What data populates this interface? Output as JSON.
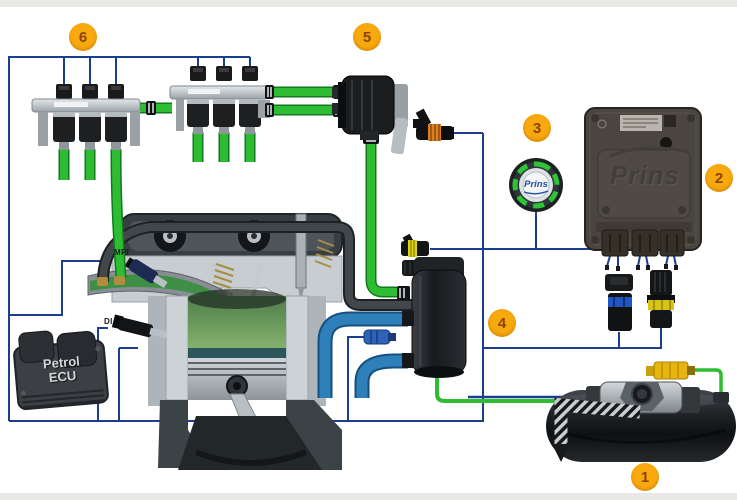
{
  "badges": {
    "tank": "1",
    "lpg_ecu": "2",
    "fuel_switch": "3",
    "reducer": "4",
    "filter_unit": "5",
    "injector_rails": "6"
  },
  "labels": {
    "mpi_injector": "MPI",
    "di_injector": "DI",
    "petrol_ecu_line1": "Petrol",
    "petrol_ecu_line2": "ECU",
    "switch_logo": "Prins",
    "ecu_logo": "Prins"
  },
  "colors": {
    "gas_hose_green": "#2ebd32",
    "coolant_hose_blue": "#2e80ba",
    "wiring_navy": "#1c3e91",
    "badge_yellow": "#F8A90E",
    "badge_number": "#8a4400",
    "filler_valve_yellow": "#e8b50f"
  }
}
